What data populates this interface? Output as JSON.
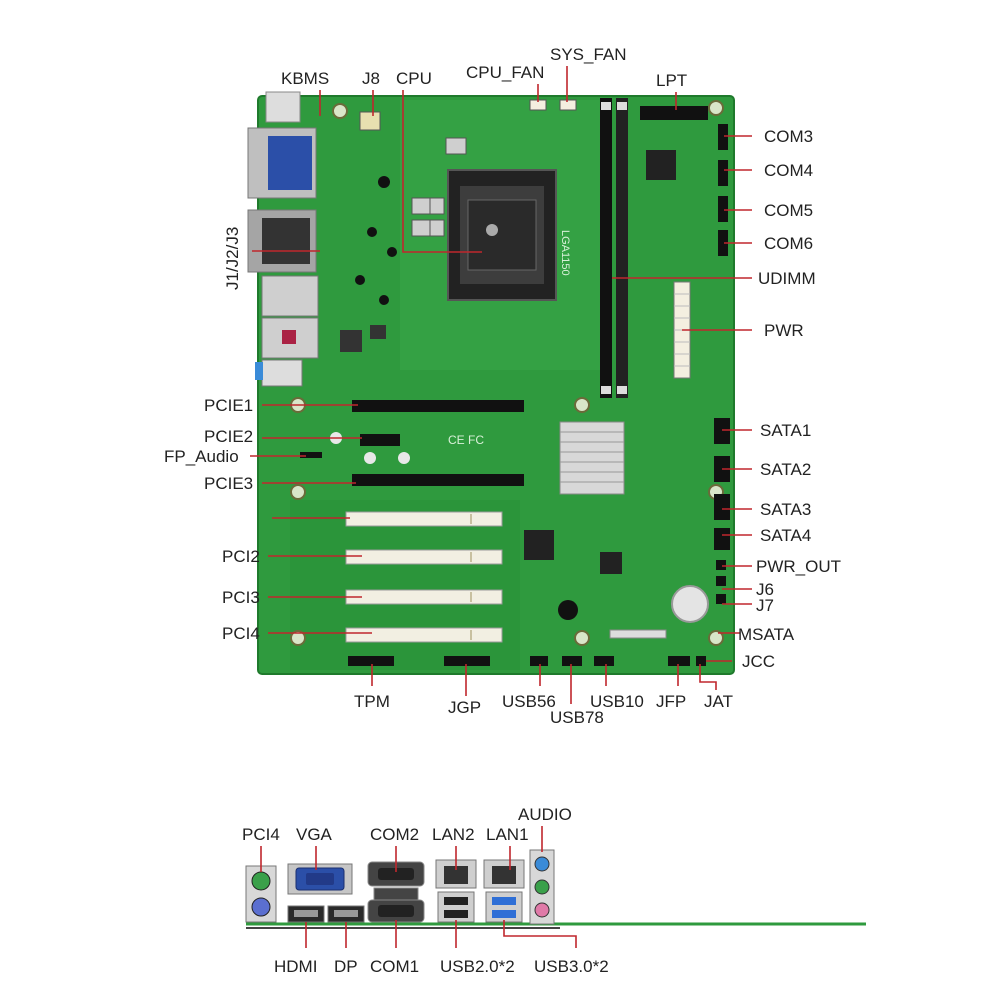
{
  "board_labels": {
    "kbms": "KBMS",
    "j8": "J8",
    "cpu": "CPU",
    "cpu_fan": "CPU_FAN",
    "sys_fan": "SYS_FAN",
    "lpt": "LPT",
    "com3": "COM3",
    "com4": "COM4",
    "com5": "COM5",
    "com6": "COM6",
    "udimm": "UDIMM",
    "pwr": "PWR",
    "j1j2j3": "J1/J2/J3",
    "pcie1": "PCIE1",
    "pcie2": "PCIE2",
    "fp_audio": "FP_Audio",
    "pcie3": "PCIE3",
    "pci2": "PCI2",
    "pci3": "PCI3",
    "pci4": "PCI4",
    "sata1": "SATA1",
    "sata2": "SATA2",
    "sata3": "SATA3",
    "sata4": "SATA4",
    "pwr_out": "PWR_OUT",
    "j6": "J6",
    "j7": "J7",
    "msata": "MSATA",
    "jcc": "JCC",
    "tpm": "TPM",
    "jgp": "JGP",
    "usb56": "USB56",
    "usb78": "USB78",
    "usb10": "USB10",
    "jfp": "JFP",
    "jat": "JAT"
  },
  "io_labels": {
    "pci4": "PCI4",
    "vga": "VGA",
    "com2": "COM2",
    "lan2": "LAN2",
    "lan1": "LAN1",
    "audio": "AUDIO",
    "hdmi": "HDMI",
    "dp": "DP",
    "com1": "COM1",
    "usb20": "USB2.0*2",
    "usb30": "USB3.0*2"
  },
  "board_markings": {
    "socket": "LGA1150",
    "cert": "CE FC"
  },
  "colors": {
    "pcb": "#2f9a3e",
    "pcb_dark": "#1f7a2c",
    "leader": "#c0272d",
    "slot_black": "#1a1a1a",
    "slot_white": "#f2efe2",
    "vga_blue": "#2b4fa8"
  }
}
